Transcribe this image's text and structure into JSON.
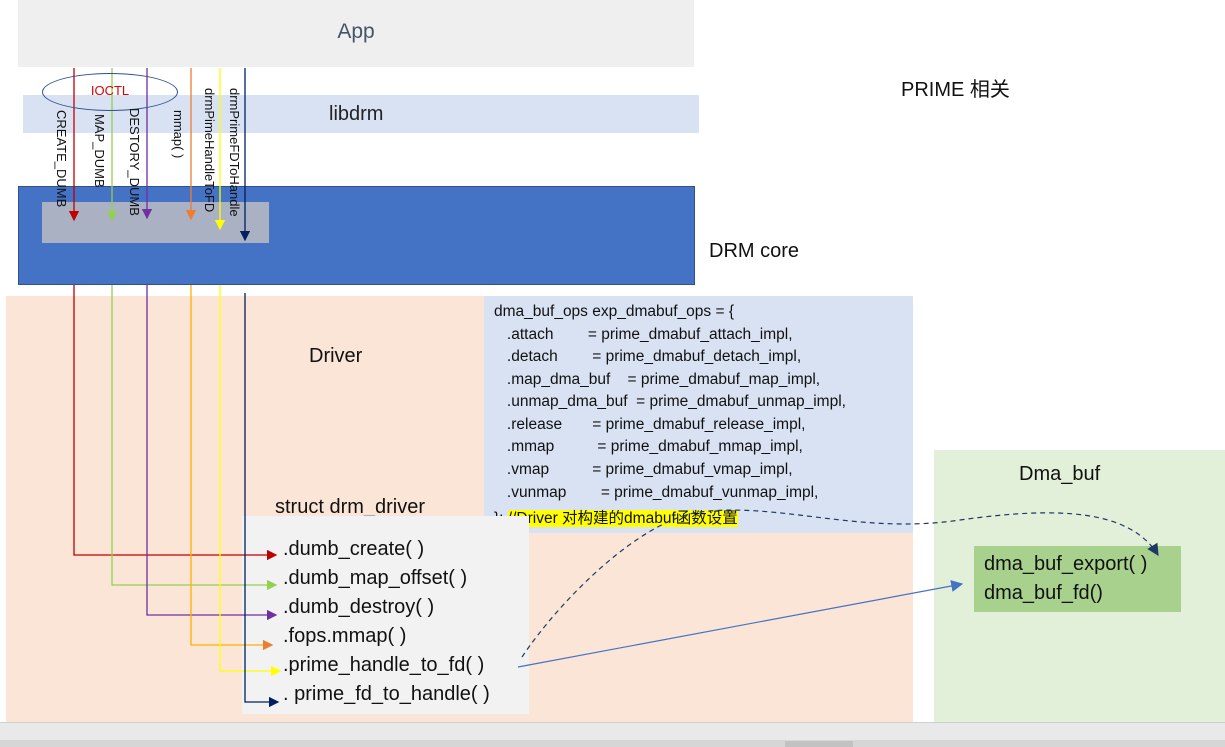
{
  "app": {
    "label": "App"
  },
  "libdrm": {
    "label": "libdrm"
  },
  "ioctl": {
    "label": "IOCTL"
  },
  "drm_core": {
    "label": "DRM core"
  },
  "prime": {
    "label": "PRIME 相关"
  },
  "driver": {
    "label": "Driver"
  },
  "calls": {
    "create_dumb": "CREATE_DUMB",
    "map_dumb": "MAP_DUMB",
    "destroy_dumb": "DESTORY_DUMB",
    "mmap": "mmap( )",
    "handle_to_fd": "drmPimeHandleToFD",
    "fd_to_handle": "drmPrimeFDToHandle"
  },
  "ops_struct": {
    "lines": [
      "dma_buf_ops exp_dmabuf_ops = {",
      "   .attach        = prime_dmabuf_attach_impl,",
      "   .detach        = prime_dmabuf_detach_impl,",
      "   .map_dma_buf    = prime_dmabuf_map_impl,",
      "   .unmap_dma_buf  = prime_dmabuf_unmap_impl,",
      "   .release       = prime_dmabuf_release_impl,",
      "   .mmap          = prime_dmabuf_mmap_impl,",
      "   .vmap          = prime_dmabuf_vmap_impl,",
      "   .vunmap        = prime_dmabuf_vunmap_impl,"
    ],
    "closing": "}; ",
    "comment": "//Driver 对构建的dmabuf函数设置"
  },
  "drm_driver": {
    "title": "struct drm_driver",
    "functions": [
      ".dumb_create( )",
      ".dumb_map_offset( )",
      ".dumb_destroy( )",
      ".fops.mmap( )",
      ".prime_handle_to_fd( )",
      ". prime_fd_to_handle( )"
    ]
  },
  "dma_buf": {
    "title": "Dma_buf",
    "functions": [
      "dma_buf_export( )",
      "dma_buf_fd()"
    ]
  },
  "colors": {
    "create_dumb": "#c00000",
    "map_dumb": "#92d050",
    "destroy_dumb": "#7030a0",
    "mmap": "#ed7d31",
    "handle_to_fd": "#ffff00",
    "fd_to_handle": "#002060",
    "export_link": "#4472c4",
    "ops_link": "#203864"
  }
}
